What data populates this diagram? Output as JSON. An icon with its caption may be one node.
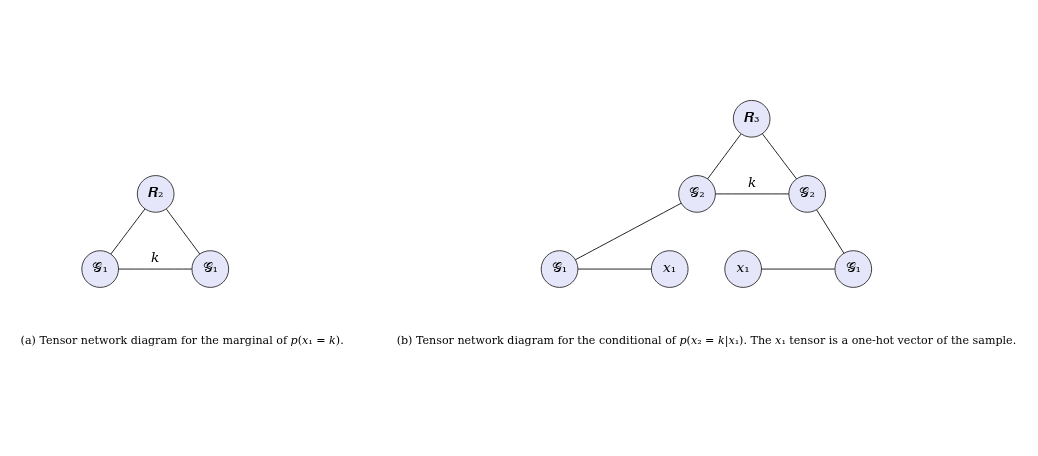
{
  "diagram": {
    "nodes": [
      {
        "text": [
          "𝑹₂"
        ]
      },
      {
        "text": [
          "𝒢₁"
        ]
      },
      {
        "text": [
          "𝒢₁"
        ]
      },
      {
        "text": [
          "𝑹₃"
        ]
      },
      {
        "text": [
          "𝒢₂"
        ]
      },
      {
        "text": [
          "𝒢₂"
        ]
      },
      {
        "text": [
          "𝒢₁"
        ]
      },
      {
        "text": [
          "𝑥₁"
        ]
      },
      {
        "text": [
          "𝑥₁"
        ]
      },
      {
        "text": [
          "𝒢₁"
        ]
      }
    ],
    "edges": [
      {
        "from": 0,
        "to": 1,
        "arrow": "none"
      },
      {
        "from": 0,
        "to": 2,
        "arrow": "none"
      },
      {
        "from": 1,
        "to": 2,
        "arrow": "none",
        "label": "𝑘"
      },
      {
        "from": 3,
        "to": 4,
        "arrow": "none"
      },
      {
        "from": 3,
        "to": 5,
        "arrow": "none"
      },
      {
        "from": 4,
        "to": 5,
        "arrow": "none",
        "label": "𝑘"
      },
      {
        "from": 4,
        "to": 6,
        "arrow": "none"
      },
      {
        "from": 6,
        "to": 7,
        "arrow": "none"
      },
      {
        "from": 8,
        "to": 9,
        "arrow": "none"
      },
      {
        "from": 5,
        "to": 9,
        "arrow": "none"
      }
    ],
    "labels": [
      "(a) Tensor network diagram for the marginal of 𝑝(𝑥₁ = 𝑘).",
      "(b) Tensor network diagram for the conditional of 𝑝(𝑥₂ = 𝑘|𝑥₁). The 𝑥₁ tensor is a one-hot vector of the sample."
    ]
  }
}
